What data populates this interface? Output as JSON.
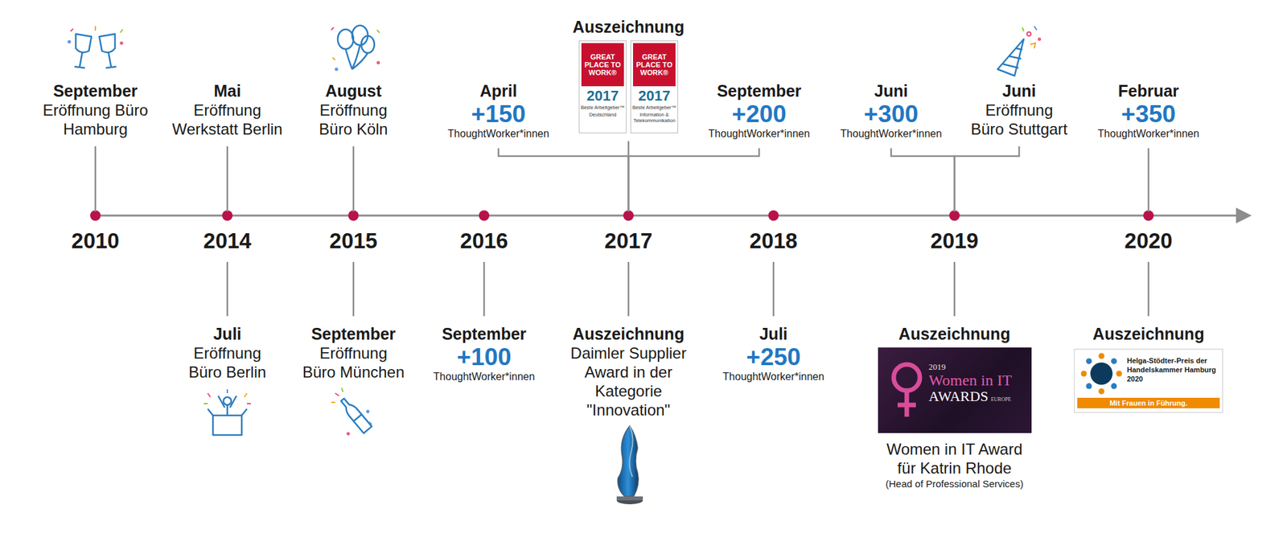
{
  "diagram": {
    "nodes": [
      {
        "text": [
          "September",
          "Eröffnung Büro Hamburg"
        ]
      },
      {
        "text": [
          "Mai",
          "Eröffnung Werkstatt Berlin"
        ]
      },
      {
        "text": [
          "August",
          "Eröffnung Büro Köln"
        ]
      },
      {
        "text": [
          "April",
          "+150",
          "ThoughtWorker*innen"
        ]
      },
      {
        "text": [
          "Auszeichnung"
        ]
      },
      {
        "text": [
          "September",
          "+200",
          "ThoughtWorker*innen"
        ]
      },
      {
        "text": [
          "Juni",
          "+300",
          "ThoughtWorker*innen"
        ]
      },
      {
        "text": [
          "Juni",
          "Eröffnung Büro Stuttgart"
        ]
      },
      {
        "text": [
          "Februar",
          "+350",
          "ThoughtWorker*innen"
        ]
      },
      {
        "text": [
          "2010"
        ]
      },
      {
        "text": [
          "2014"
        ]
      },
      {
        "text": [
          "2015"
        ]
      },
      {
        "text": [
          "2016"
        ]
      },
      {
        "text": [
          "2017"
        ]
      },
      {
        "text": [
          "2018"
        ]
      },
      {
        "text": [
          "2019"
        ]
      },
      {
        "text": [
          "2020"
        ]
      },
      {
        "text": [
          "Juli",
          "Eröffnung Büro Berlin"
        ]
      },
      {
        "text": [
          "September",
          "Eröffnung Büro München"
        ]
      },
      {
        "text": [
          "September",
          "+100",
          "ThoughtWorker*innen"
        ]
      },
      {
        "text": [
          "Auszeichnung",
          "Daimler Supplier Award in der Kategorie \"Innovation\""
        ]
      },
      {
        "text": [
          "Juli",
          "+250",
          "ThoughtWorker*innen"
        ]
      },
      {
        "text": [
          "Auszeichnung",
          "Women in IT Award für Katrin Rhode",
          "(Head of Professional Services)"
        ]
      },
      {
        "text": [
          "Auszeichnung"
        ]
      }
    ],
    "edges": [
      {
        "from": 0,
        "to": 9,
        "arrow": "none"
      },
      {
        "from": 1,
        "to": 10,
        "arrow": "none"
      },
      {
        "from": 2,
        "to": 11,
        "arrow": "none"
      },
      {
        "from": 3,
        "to": 13,
        "arrow": "none"
      },
      {
        "from": 4,
        "to": 13,
        "arrow": "none"
      },
      {
        "from": 5,
        "to": 13,
        "arrow": "none"
      },
      {
        "from": 6,
        "to": 15,
        "arrow": "none"
      },
      {
        "from": 7,
        "to": 15,
        "arrow": "none"
      },
      {
        "from": 8,
        "to": 16,
        "arrow": "none"
      },
      {
        "from": 10,
        "to": 17,
        "arrow": "none"
      },
      {
        "from": 11,
        "to": 18,
        "arrow": "none"
      },
      {
        "from": 12,
        "to": 19,
        "arrow": "none"
      },
      {
        "from": 13,
        "to": 20,
        "arrow": "none"
      },
      {
        "from": 14,
        "to": 21,
        "arrow": "none"
      },
      {
        "from": 15,
        "to": 22,
        "arrow": "none"
      },
      {
        "from": 16,
        "to": 23,
        "arrow": "none"
      }
    ],
    "labels": [
      "GREAT PLACE TO WORK®",
      "2017",
      "Beste Arbeitgeber™",
      "Deutschland",
      "GREAT PLACE TO WORK®",
      "2017",
      "Beste Arbeitgeber™",
      "Information & Telekommunikation",
      "2019",
      "Women in IT",
      "AWARDS",
      "EUROPE",
      "Helga-Stödter-Preis der Handelskammer Hamburg 2020",
      "Mit Frauen in Führung."
    ]
  }
}
